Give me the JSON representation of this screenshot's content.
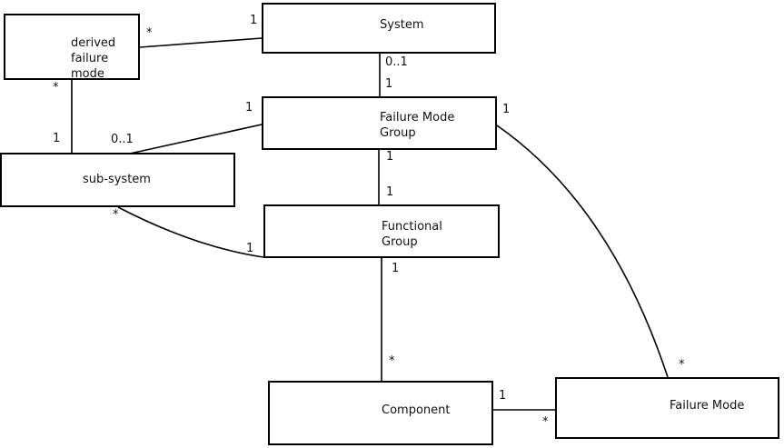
{
  "diagram": {
    "type": "uml-association-diagram",
    "colors": {
      "background": "#ffffff",
      "line": "#000000",
      "text": "#111111"
    },
    "nodes": {
      "derived_failure_mode": {
        "lines": [
          "derived",
          "failure",
          "mode"
        ]
      },
      "system": {
        "lines": [
          "System"
        ]
      },
      "failure_mode_group": {
        "lines": [
          "Failure Mode",
          "Group"
        ]
      },
      "sub_system": {
        "lines": [
          "sub-system"
        ]
      },
      "functional_group": {
        "lines": [
          "Functional",
          "Group"
        ]
      },
      "component": {
        "lines": [
          "Component"
        ]
      },
      "failure_mode": {
        "lines": [
          "Failure Mode"
        ]
      }
    },
    "edges": {
      "system__derived_failure_mode": {
        "near_system": "1",
        "near_derived_failure_mode": "*"
      },
      "derived_failure_mode__sub_system": {
        "near_derived_failure_mode": "*",
        "near_sub_system": "1"
      },
      "system__failure_mode_group": {
        "near_system": "0..1",
        "near_failure_mode_group": "1"
      },
      "sub_system__failure_mode_group": {
        "near_failure_mode_group": "1",
        "near_sub_system": "0..1"
      },
      "failure_mode_group__functional_group": {
        "near_failure_mode_group": "1",
        "near_functional_group": "1"
      },
      "sub_system__functional_group": {
        "near_sub_system": "*",
        "near_functional_group": "1"
      },
      "functional_group__component": {
        "near_functional_group": "1",
        "near_component": "*"
      },
      "component__failure_mode": {
        "near_component": "1",
        "near_failure_mode": "*"
      },
      "failure_mode_group__failure_mode": {
        "near_failure_mode_group": "1",
        "near_failure_mode": "*"
      }
    }
  }
}
